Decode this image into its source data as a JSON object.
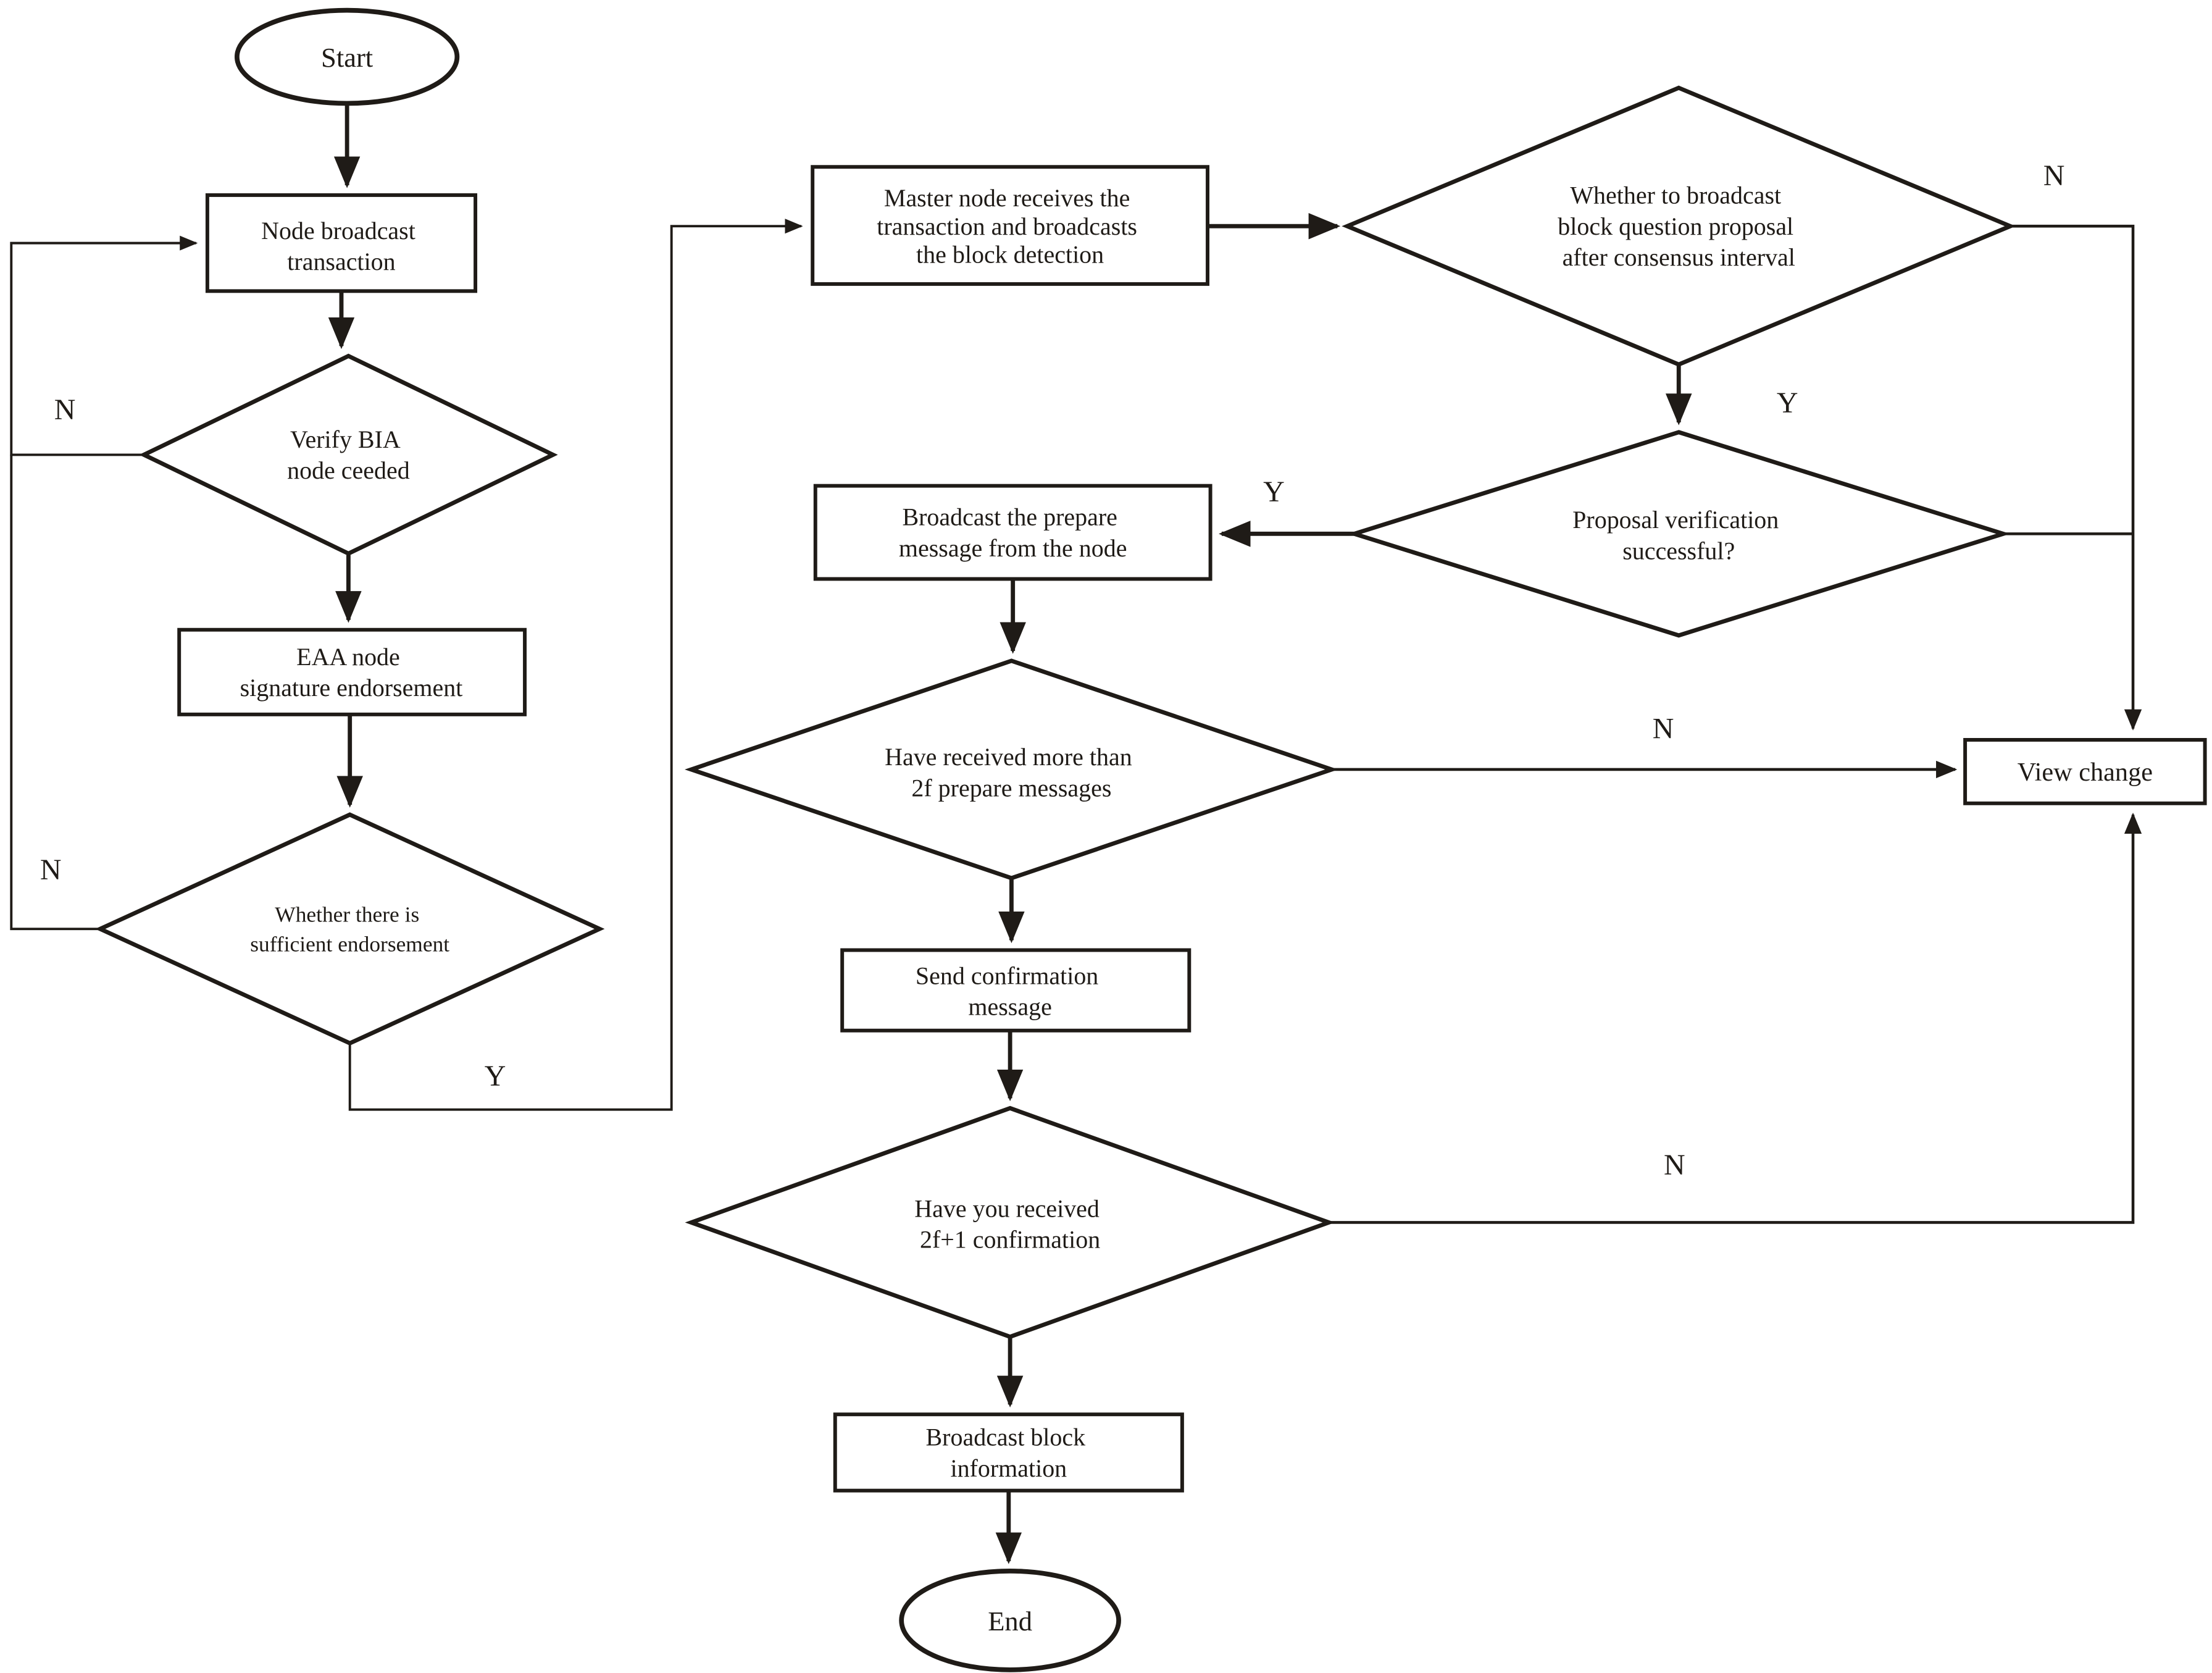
{
  "figure": {
    "type": "flowchart",
    "background_color": "#ffffff",
    "ink_color": "#1f1b17"
  },
  "nodes": {
    "start": {
      "type": "terminator",
      "label": "Start"
    },
    "node_broadcast": {
      "type": "process",
      "lines": [
        "Node broadcast",
        "transaction"
      ]
    },
    "verify_bia": {
      "type": "decision",
      "lines": [
        "Verify BIA",
        "node ceeded"
      ]
    },
    "eaa_signature": {
      "type": "process",
      "lines": [
        "EAA node",
        "signature endorsement"
      ]
    },
    "sufficient_endorsement": {
      "type": "decision",
      "lines": [
        "Whether there is",
        "sufficient endorsement"
      ]
    },
    "master_node": {
      "type": "process",
      "lines": [
        "Master node receives the",
        "transaction and broadcasts",
        "the block detection"
      ]
    },
    "whether_broadcast": {
      "type": "decision",
      "lines": [
        "Whether to broadcast",
        "block question proposal",
        "after consensus interval"
      ]
    },
    "proposal_verification": {
      "type": "decision",
      "lines": [
        "Proposal verification",
        "successful?"
      ]
    },
    "broadcast_prepare": {
      "type": "process",
      "lines": [
        "Broadcast the prepare",
        "message from the node"
      ]
    },
    "received_2f": {
      "type": "decision",
      "lines": [
        "Have received more than",
        "2f prepare messages"
      ]
    },
    "send_confirmation": {
      "type": "process",
      "lines": [
        "Send confirmation",
        "message"
      ]
    },
    "received_2f1": {
      "type": "decision",
      "lines": [
        "Have you received",
        "2f+1 confirmation"
      ]
    },
    "broadcast_block": {
      "type": "process",
      "lines": [
        "Broadcast block",
        "information"
      ]
    },
    "end": {
      "type": "terminator",
      "label": "End"
    },
    "view_change": {
      "type": "process",
      "label": "View change"
    }
  },
  "branch_labels": {
    "verify_bia_no": "N",
    "sufficient_no": "N",
    "sufficient_yes": "Y",
    "whether_broadcast_no": "N",
    "whether_broadcast_yes": "Y",
    "proposal_yes": "Y",
    "received_2f_no": "N",
    "received_2f1_no": "N"
  }
}
